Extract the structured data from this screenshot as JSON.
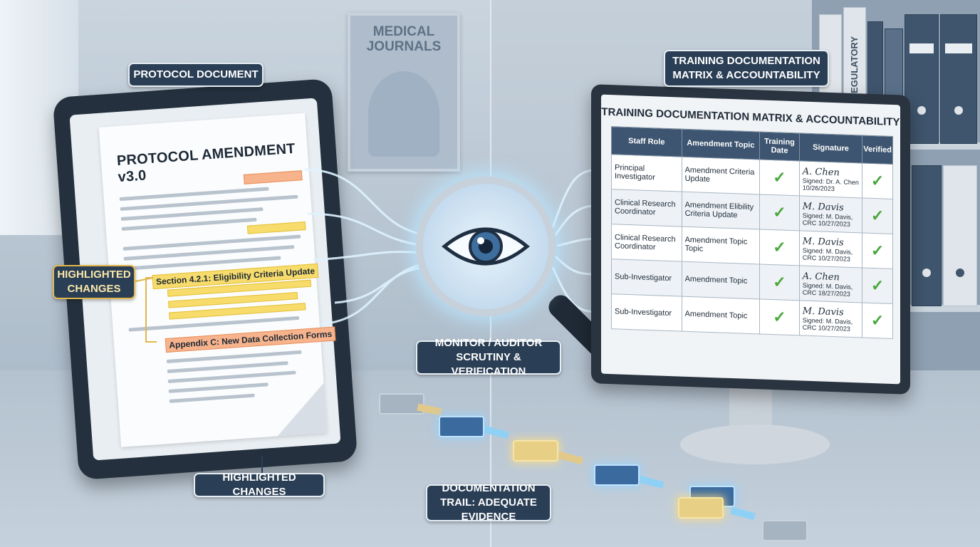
{
  "background": {
    "poster_title": "MEDICAL JOURNALS",
    "shelf_binder_label": "REGULATORY"
  },
  "labels": {
    "protocol_document": "PROTOCOL DOCUMENT",
    "highlighted_changes_side": "HIGHLIGHTED CHANGES",
    "highlighted_changes_bottom": "HIGHLIGHTED CHANGES",
    "training_matrix_tag": "TRAINING DOCUMENTATION MATRIX & ACCOUNTABILITY",
    "monitor_auditor": "MONITOR / AUDITOR SCRUTINY & VERIFICATION",
    "documentation_trail": "DOCUMENTATION TRAIL: ADEQUATE EVIDENCE"
  },
  "document": {
    "title": "PROTOCOL AMENDMENT v3.0",
    "section_highlight": "Section 4.2.1: Eligibility Criteria Update",
    "appendix_highlight": "Appendix C: New Data Collection Forms"
  },
  "matrix": {
    "title": "TRAINING DOCUMENTATION MATRIX & ACCOUNTABILITY",
    "headers": [
      "Staff Role",
      "Amendment Topic",
      "Training Date",
      "Signature",
      "Verified"
    ],
    "rows": [
      {
        "role": "Principal Investigator",
        "topic": "Amendment Criteria Update",
        "sig_script": "A. Chen",
        "sig_text": "Signed: Dr. A. Chen 10/26/2023"
      },
      {
        "role": "Clinical Research Coordinator",
        "topic": "Amendment Elibility Criteria Update",
        "sig_script": "M. Davis",
        "sig_text": "Signed: M. Davis, CRC 10/27/2023"
      },
      {
        "role": "Clinical Research Coordinator",
        "topic": "Amendment Topic Topic",
        "sig_script": "M. Davis",
        "sig_text": "Signed: M. Davis, CRC 10/27/2023"
      },
      {
        "role": "Sub-Investigator",
        "topic": "Amendment Topic",
        "sig_script": "A. Chen",
        "sig_text": "Signed: M. Davis, CRC 18/27/2023"
      },
      {
        "role": "Sub-Investigator",
        "topic": "Amendment Topic",
        "sig_script": "M. Davis",
        "sig_text": "Signed: M. Davis, CRC 10/27/2023"
      }
    ],
    "check_symbol": "✓"
  },
  "colors": {
    "navy_tag": "#2a3e55",
    "highlight_orange": "#f6b38c",
    "highlight_yellow": "#f7dc6c",
    "check_green": "#4aa83d",
    "glow_blue": "#bfe3ff"
  }
}
